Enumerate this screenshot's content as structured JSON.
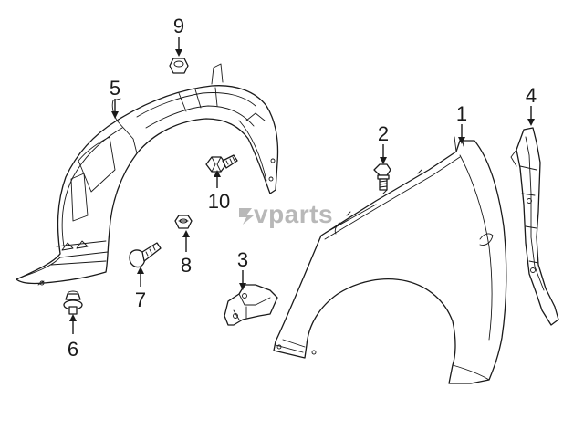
{
  "watermark": {
    "text": "vparts"
  },
  "callouts": [
    {
      "id": "1",
      "label": "1"
    },
    {
      "id": "2",
      "label": "2"
    },
    {
      "id": "3",
      "label": "3"
    },
    {
      "id": "4",
      "label": "4"
    },
    {
      "id": "5",
      "label": "5"
    },
    {
      "id": "6",
      "label": "6"
    },
    {
      "id": "7",
      "label": "7"
    },
    {
      "id": "8",
      "label": "8"
    },
    {
      "id": "9",
      "label": "9"
    },
    {
      "id": "10",
      "label": "10"
    }
  ]
}
